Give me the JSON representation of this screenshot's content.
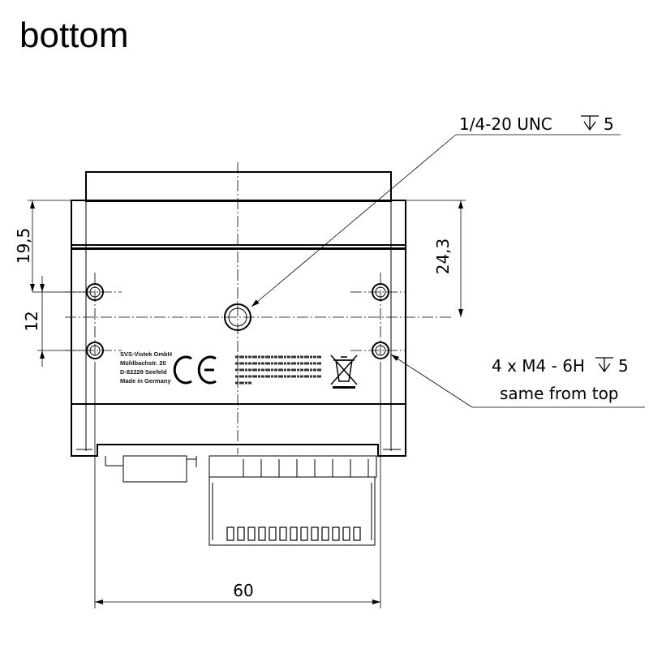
{
  "view": {
    "title": "bottom"
  },
  "dimensions": {
    "height_top_to_hole": "19,5",
    "hole_spacing": "12",
    "height_top_to_center": "24,3",
    "width": "60"
  },
  "callouts": {
    "tripod_thread": {
      "text": "1/4-20 UNC",
      "depth": "5"
    },
    "mount_holes": {
      "text": "4 x M4 - 6H",
      "depth": "5",
      "note": "same from top"
    }
  },
  "label_plate": {
    "company_lines": [
      "SVS-Vistek GmbH",
      "Mühlbachstr. 20",
      "D-82229 Seefeld",
      "Made in Germany"
    ],
    "marks": {
      "conformity": "CE",
      "weee": "crossed-out-bin-icon"
    }
  }
}
